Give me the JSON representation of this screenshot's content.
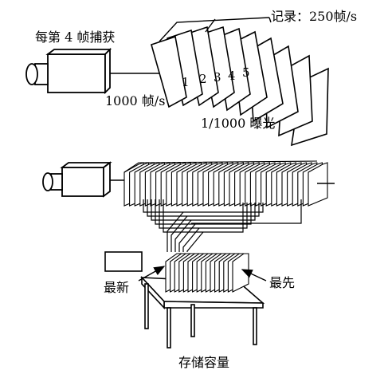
{
  "labels": {
    "capture_every_4th": "每第 4 帧捕获",
    "record_rate": "记录：250帧/s",
    "input_rate": "1000 帧/s",
    "exposure": "1/1000 曝光",
    "newest": "最新",
    "oldest": "最先",
    "storage_capacity": "存储容量"
  },
  "frame_numbers": [
    "1",
    "2",
    "3",
    "4",
    "5"
  ],
  "colors": {
    "stroke": "#000000",
    "fill": "#ffffff"
  }
}
